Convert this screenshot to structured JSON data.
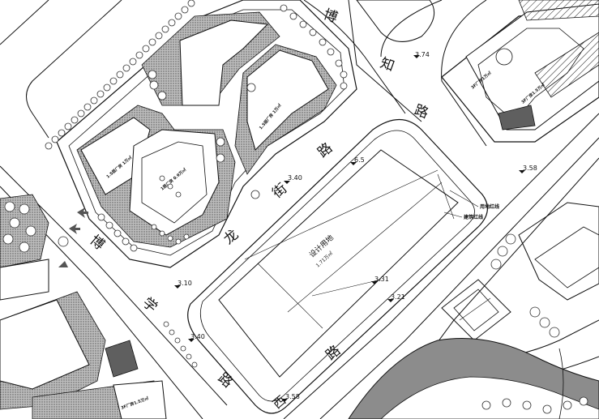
{
  "roads": {
    "north_east": [
      "博",
      "知",
      "路"
    ],
    "center": [
      "龙",
      "街",
      "路"
    ],
    "south": [
      "学",
      "路"
    ],
    "lower_west": [
      "博"
    ],
    "bottom": [
      "西"
    ]
  },
  "site": {
    "name": "设计用地",
    "sub": "1.71万㎡"
  },
  "boundary_labels": {
    "use_line": "用地红线",
    "setback_line": "建筑红线"
  },
  "elevations": [
    "3.74",
    "3.58",
    "6.5",
    "3.40",
    "3.10",
    "3.31",
    "3.21",
    "3.40",
    "3.58"
  ],
  "buildings": {
    "b1": "1.5层厂房 1万㎡",
    "b2": "1层厂房 0.9万㎡",
    "b3": "1.5层厂房 1万㎡",
    "b4": "3F厂房1万㎡",
    "b5": "3F厂房1.5万㎡",
    "b6": "3F厂房1.5万㎡"
  },
  "colors": {
    "line": "#111111",
    "hatch": "#9a9a9a",
    "pond": "#8c8c8c",
    "tree": "#333333"
  }
}
